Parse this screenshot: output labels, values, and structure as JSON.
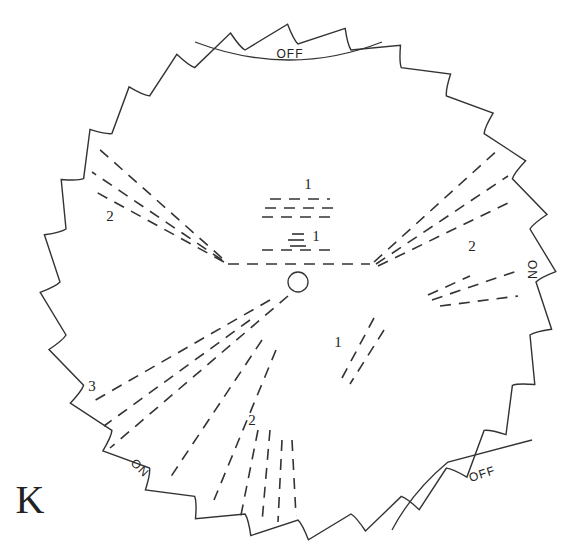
{
  "diagram": {
    "labels": [
      "OFF",
      "1",
      "1",
      "2",
      "2",
      "1",
      "3",
      "ON",
      "2",
      "ON",
      "OFF",
      "K"
    ]
  }
}
